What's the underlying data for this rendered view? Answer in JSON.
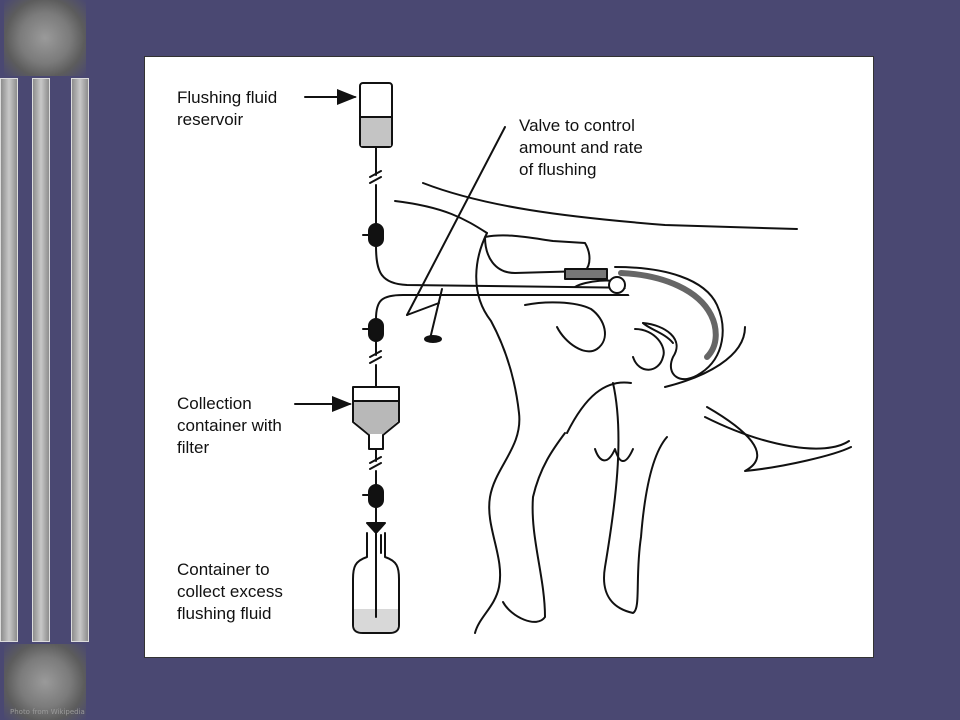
{
  "slide": {
    "credit": "Photo from Wikipedia"
  },
  "labels": {
    "reservoir": [
      "Flushing fluid",
      "reservoir"
    ],
    "valve": [
      "Valve to control",
      "amount and rate",
      "of flushing"
    ],
    "collection": [
      "Collection",
      "container with",
      "filter"
    ],
    "excess": [
      "Container to",
      "collect excess",
      "flushing fluid"
    ]
  },
  "icons": {
    "embryo": "embryo-photo-icon"
  }
}
